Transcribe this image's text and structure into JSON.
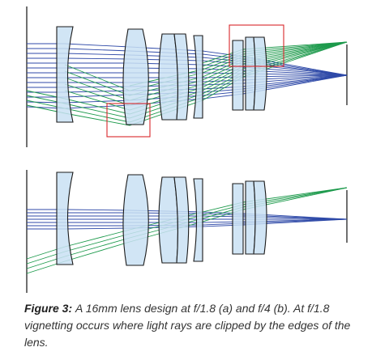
{
  "caption": {
    "label": "Figure 3:",
    "text": "A 16mm lens design at f/1.8 (a) and f/4 (b). At f/1.8 vignetting occurs where light rays are clipped by the edges of the lens."
  },
  "colors": {
    "axial_rays": "#2f4aa8",
    "offaxis_rays": "#1d9a4c",
    "lens_fill": "#c9e1f3",
    "lens_stroke": "#1a1a1a",
    "highlight_box": "#d9262b"
  },
  "diagram": {
    "panels": [
      "f/1.8 (a)",
      "f/4 (b)"
    ],
    "highlight_boxes": 2
  }
}
